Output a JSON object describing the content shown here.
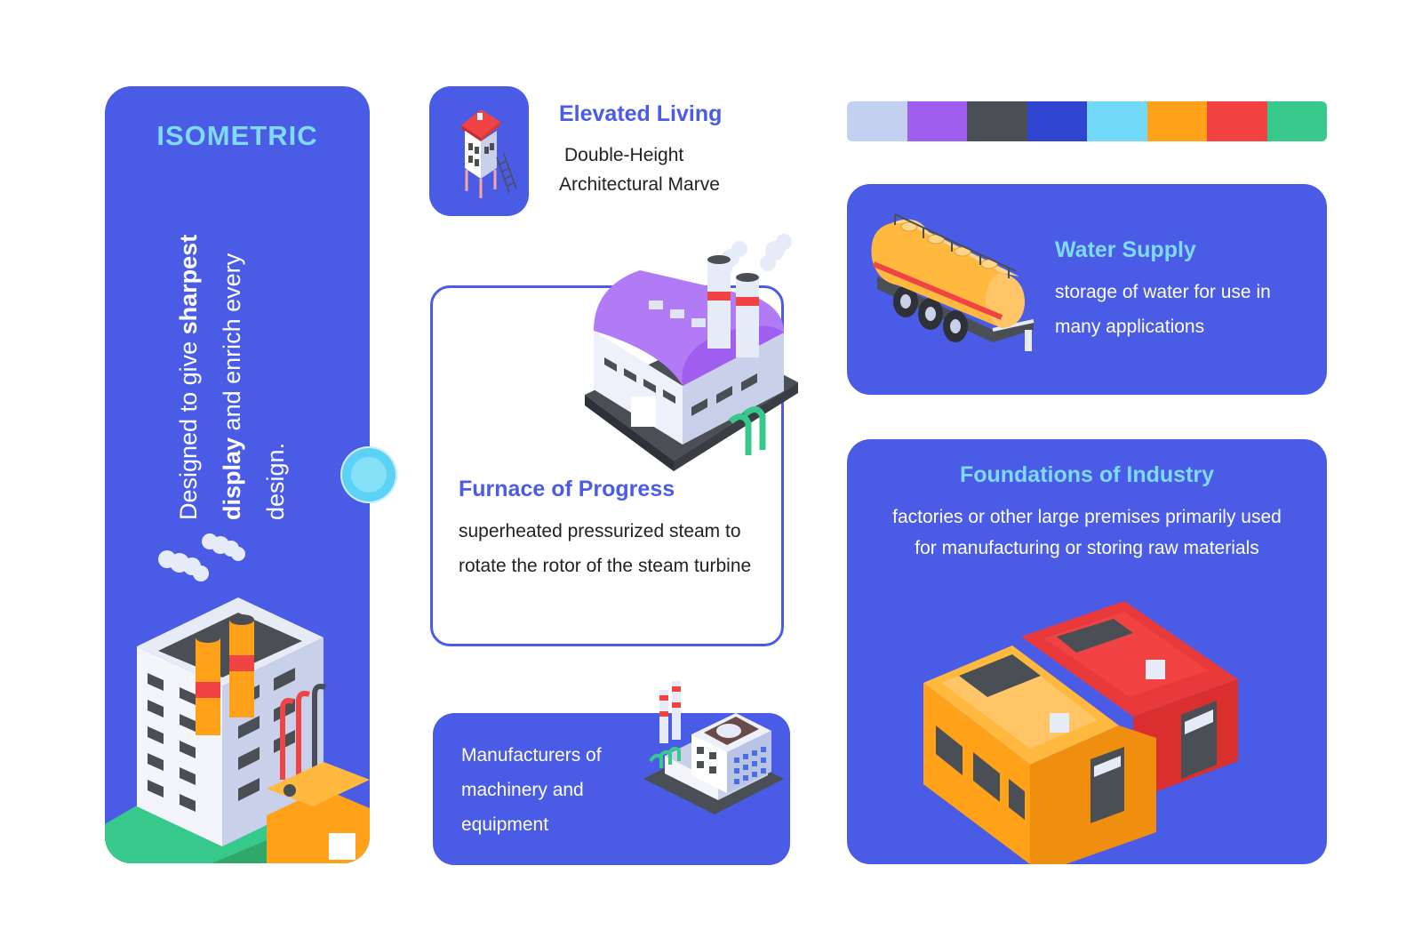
{
  "left_panel": {
    "title": "ISOMETRIC",
    "text_prefix": "Designed to give ",
    "text_bold_1": "sharpest",
    "text_bold_2": "display",
    "text_suffix": " and enrich every design."
  },
  "elevated_living": {
    "title": "Elevated Living",
    "line1": "Double-Height",
    "line2": "Architectural Marve",
    "icon": "stilt-house-icon"
  },
  "palette": {
    "colors": [
      "#c3d0ef",
      "#9f5ef0",
      "#4a4f55",
      "#2f45d0",
      "#72d8f8",
      "#ffa21a",
      "#f14343",
      "#37c98b"
    ]
  },
  "furnace": {
    "title": "Furnace of Progress",
    "description": "superheated pressurized steam to rotate the rotor of the steam turbine",
    "icon": "factory-purple-roof-icon"
  },
  "manufacturers": {
    "description": "Manufacturers of machinery and equipment",
    "icon": "power-plant-icon"
  },
  "water_supply": {
    "title": "Water Supply",
    "description": "storage of water for use in many applications",
    "icon": "tanker-trailer-icon"
  },
  "industry": {
    "title": "Foundations of Industry",
    "description": "factories or other large premises primarily used for manufacturing or storing raw materials",
    "icon": "warehouse-icon"
  },
  "colors": {
    "card_blue": "#4a5ce6",
    "accent_cyan": "#7fdaf5"
  }
}
